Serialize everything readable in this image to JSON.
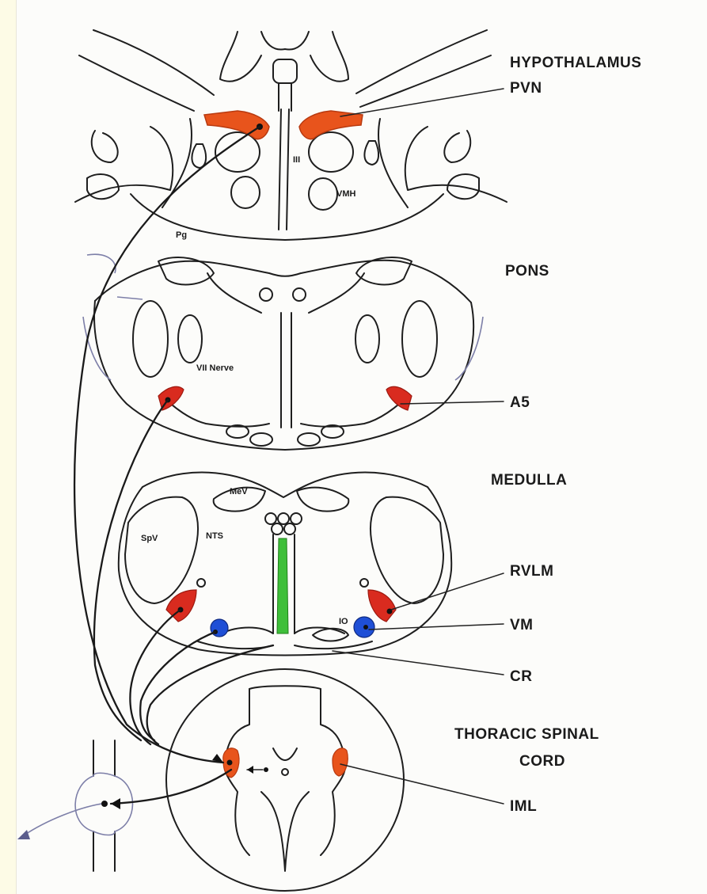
{
  "sections": {
    "hypothalamus": "HYPOTHALAMUS",
    "pons": "PONS",
    "medulla": "MEDULLA",
    "spinal_line1": "THORACIC SPINAL",
    "spinal_line2": "CORD"
  },
  "nuclei": {
    "pvn": "PVN",
    "a5": "A5",
    "rvlm": "RVLM",
    "vm": "VM",
    "cr": "CR",
    "iml": "IML"
  },
  "small_labels": {
    "iii": "III",
    "vmh": "VMH",
    "pg": "Pg",
    "vii_nerve": "VII Nerve",
    "mev": "MeV",
    "nts": "NTS",
    "spv": "SpV",
    "io": "IO"
  },
  "colors": {
    "paper": "#fcfcfa",
    "border": "#fdfbe6",
    "orange_nucleus": "#e8541c",
    "red_nucleus": "#d92b1f",
    "blue_nucleus": "#1f4fd6",
    "green_raphe": "#3fbf3a"
  }
}
